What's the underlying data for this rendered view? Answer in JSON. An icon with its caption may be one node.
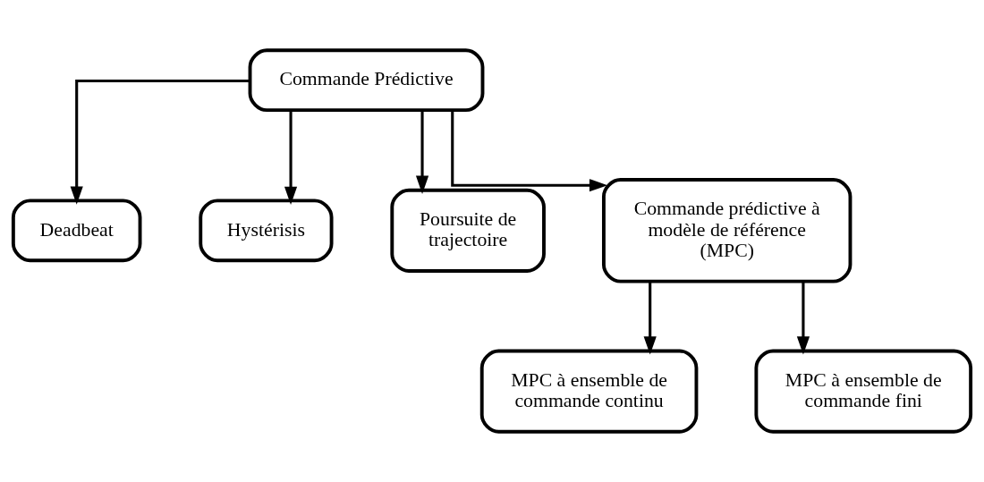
{
  "diagram": {
    "nodes": [
      {
        "text": [
          "Commande Prédictive"
        ]
      },
      {
        "text": [
          "Deadbeat"
        ]
      },
      {
        "text": [
          "Hystérisis"
        ]
      },
      {
        "text": [
          "Poursuite de trajectoire"
        ]
      },
      {
        "text": [
          "Commande prédictive à modèle de référence (MPC)"
        ]
      },
      {
        "text": [
          "MPC à ensemble de commande continu"
        ]
      },
      {
        "text": [
          "MPC à ensemble de commande fini"
        ]
      }
    ],
    "edges": [
      {
        "from": 0,
        "to": 1,
        "arrow": "to"
      },
      {
        "from": 0,
        "to": 2,
        "arrow": "to"
      },
      {
        "from": 0,
        "to": 3,
        "arrow": "to"
      },
      {
        "from": 0,
        "to": 4,
        "arrow": "to"
      },
      {
        "from": 4,
        "to": 5,
        "arrow": "to"
      },
      {
        "from": 4,
        "to": 6,
        "arrow": "to"
      }
    ]
  }
}
